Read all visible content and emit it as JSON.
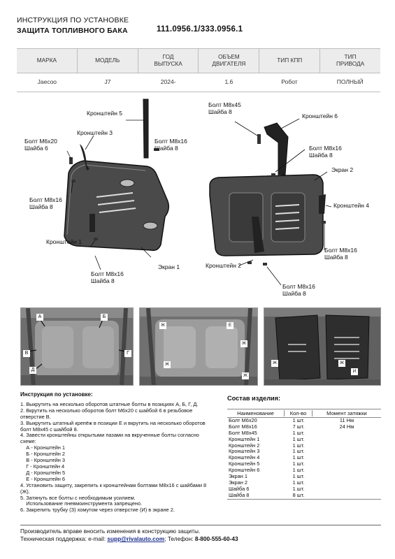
{
  "header": {
    "line1": "ИНСТРУКЦИЯ ПО УСТАНОВКЕ",
    "line2": "ЗАЩИТА ТОПЛИВНОГО БАКА",
    "article": "111.0956.1/333.0956.1"
  },
  "spec_table": {
    "headers": [
      "МАРКА",
      "МОДЕЛЬ",
      "ГОД\nВЫПУСКА",
      "ОБЪЕМ\nДВИГАТЕЛЯ",
      "ТИП КПП",
      "ТИП\nПРИВОДА"
    ],
    "values": [
      "Jaecoo",
      "J7",
      "2024-",
      "1.6",
      "Робот",
      "ПОЛНЫЙ"
    ]
  },
  "diagram": {
    "callouts": {
      "kr5": "Кронштейн 5",
      "kr3": "Кронштейн 3",
      "b620": "Болт М6х20\nШайба 6",
      "b816_top": "Болт М8х16\nШайба 8",
      "b816_left": "Болт М8х16\nШайба 8",
      "kr1": "Кронштейн 1",
      "b816_bottom": "Болт М8х16\nШайба 8",
      "ekran1": "Экран 1",
      "b845": "Болт М8х45\nШайба 8",
      "kr6": "Кронштейн 6",
      "b816_right_top": "Болт М8х16\nШайба 8",
      "ekran2": "Экран 2",
      "kr4": "Кронштейн 4",
      "b816_right": "Болт М8х16\nШайба 8",
      "kr2": "Кронштейн 2",
      "b816_right_bottom": "Болт М8х16\nШайба 8"
    }
  },
  "photos": {
    "markers1": [
      "А",
      "Б",
      "В",
      "Г",
      "Д"
    ],
    "markers2": [
      "Ж",
      "Е",
      "Ж",
      "Ж",
      "Ж"
    ],
    "markers3": [
      "Ж",
      "Ж",
      "И"
    ]
  },
  "instructions": {
    "title": "Инструкция по установке:",
    "lines": [
      "1. Выкрутить на несколько оборотов штатные болты в позициях А, Б, Г, Д.",
      "2. Вкрутить на несколько оборотов болт М6х20 с шайбой 6 в резьбовое",
      "отверстие В.",
      "3. Выкрутить штатный крепёж в позиции Е и вкрутить на несколько оборотов",
      "болт М8х45 с шайбой 8.",
      "4. Завести кронштейны открытыми пазами на вкрученные болты согласно",
      "схеме:",
      "    А - Кронштейн 1",
      "    Б - Кронштейн 2",
      "    В - Кронштейн 3",
      "    Г - Кронштейн 4",
      "    Д - Кронштейн 5",
      "    Е - Кронштейн 6",
      "4. Установить защиту, закрепить к кронштейнам болтами М8х16 с шайбами 8",
      "(Ж).",
      "5. Затянуть все болты с необходимым усилием.",
      "    Использование пневмоинструмента запрещено.",
      "6. Закрепить трубку (З) хомутом через отверстие (И) в экране 2."
    ]
  },
  "components": {
    "title": "Состав изделия:",
    "headers": {
      "name": "Наименование",
      "qty": "Кол-во",
      "torque": "Момент затяжки"
    },
    "rows": [
      {
        "name": "Болт М6х20",
        "qty": "1 шт.",
        "torque": "11 Нм"
      },
      {
        "name": "Болт М8х16",
        "qty": "7 шт.",
        "torque": "24 Нм"
      },
      {
        "name": "Болт М8х45",
        "qty": "1 шт.",
        "torque": ""
      },
      {
        "name": "Кронштейн 1",
        "qty": "1 шт.",
        "torque": ""
      },
      {
        "name": "Кронштейн 2",
        "qty": "1 шт.",
        "torque": ""
      },
      {
        "name": "Кронштейн 3",
        "qty": "1 шт.",
        "torque": ""
      },
      {
        "name": "Кронштейн 4",
        "qty": "1 шт.",
        "torque": ""
      },
      {
        "name": "Кронштейн 5",
        "qty": "1 шт.",
        "torque": ""
      },
      {
        "name": "Кронштейн 6",
        "qty": "1 шт.",
        "torque": ""
      },
      {
        "name": "Экран 1",
        "qty": "1 шт.",
        "torque": ""
      },
      {
        "name": "Экран 2",
        "qty": "1 шт.",
        "torque": ""
      },
      {
        "name": "Шайба 6",
        "qty": "1 шт.",
        "torque": ""
      },
      {
        "name": "Шайба 8",
        "qty": "8 шт.",
        "torque": ""
      }
    ]
  },
  "footer": {
    "line1": "Производитель вправе вносить изменения в конструкцию защиты.",
    "support_prefix": "Техническая поддержка:  e-mail: ",
    "email": "supp@rivalauto.com",
    "phone_prefix": "; Телефон: ",
    "phone": "8-800-555-60-43"
  }
}
